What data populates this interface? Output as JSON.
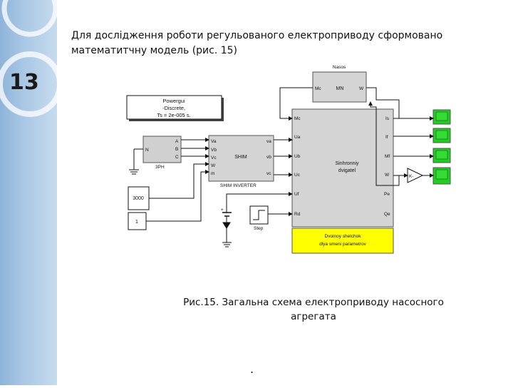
{
  "slide": {
    "number": "13"
  },
  "intro_text": "Для дослідження роботи регульованого електроприводу сформовано математитчну модель (рис. 15)",
  "caption": "Рис.15. Загальна схема електроприводу насосного агрегата",
  "footer_mark": ".",
  "colors": {
    "sidebar": "#a9c7e4",
    "scope_fill": "#22cc22",
    "yellow_block": "#ffff00"
  },
  "diagram": {
    "powergui": {
      "line1": "Powergui",
      "line2": "-Discrete,",
      "line3": "Ts = 2e-005 s."
    },
    "three_ph": {
      "label": "3PH",
      "port_n": "N",
      "port_a": "A",
      "port_b": "B",
      "port_c": "C"
    },
    "shim": {
      "name": "SHIM",
      "label": "SHIM INVERTER",
      "in_va": "Va",
      "in_vb": "Vb",
      "in_vc": "Vc",
      "in_w": "W",
      "in_m": "m",
      "out_va": "va",
      "out_vb": "vb",
      "out_vc": "vc"
    },
    "const_3000": "3000",
    "const_1": "1",
    "step": {
      "label": "Step"
    },
    "nasos": {
      "title": "Nasos",
      "center": "MN",
      "in_mc": "Mc",
      "out_w": "W"
    },
    "motor": {
      "name_line1": "Sinhronniy",
      "name_line2": "dvigatel",
      "in_mc": "Mc",
      "in_ua": "Ua",
      "in_ub": "Ub",
      "in_uc": "Uc",
      "in_uf": "Uf",
      "in_rd": "Rd",
      "out_is": "Is",
      "out_if": "If",
      "out_mf": "Mf",
      "out_w": "W",
      "out_pe": "Pe",
      "out_qe": "Qe"
    },
    "yellow_block": {
      "line1": "Dvoinoy shelchok",
      "line2": "dlya smeni parametrov"
    },
    "gain": "K-"
  }
}
